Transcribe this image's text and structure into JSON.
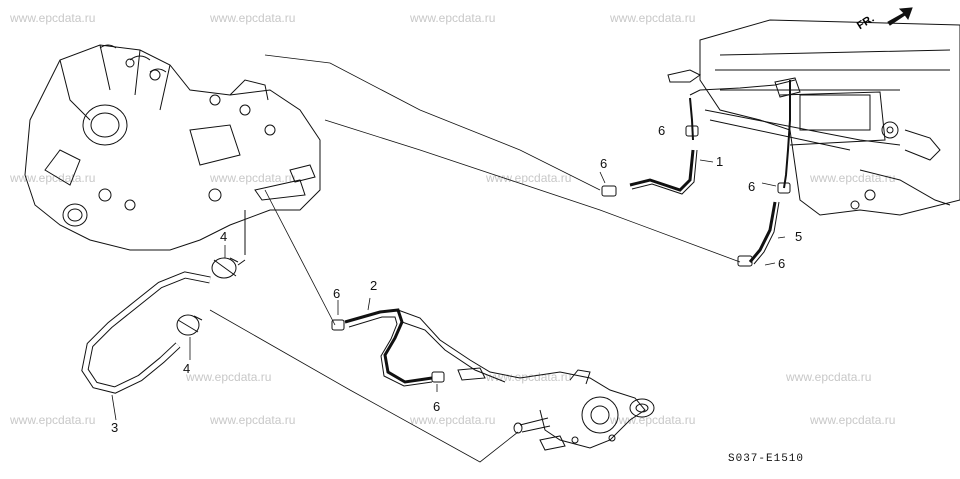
{
  "watermark": "www.epcdata.ru",
  "callouts": {
    "c1": "1",
    "c2": "2",
    "c3": "3",
    "c4a": "4",
    "c4b": "4",
    "c5": "5",
    "c6a": "6",
    "c6b": "6",
    "c6c": "6",
    "c6d": "6",
    "c6e": "6",
    "c6f": "6"
  },
  "diagram_code": "S037-E1510",
  "front_indicator": "FR."
}
